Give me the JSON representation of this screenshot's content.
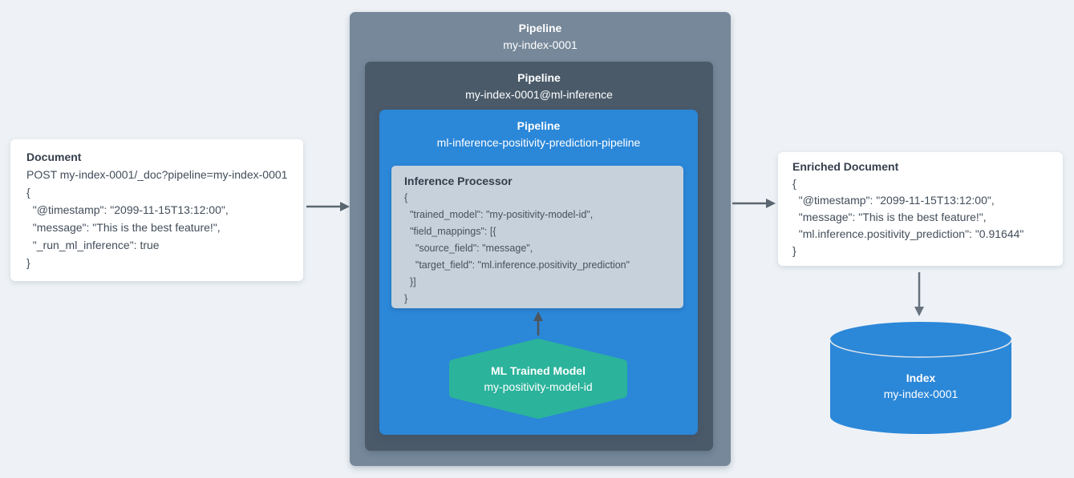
{
  "document_card": {
    "title": "Document",
    "code": "POST my-index-0001/_doc?pipeline=my-index-0001\n{\n  \"@timestamp\": \"2099-11-15T13:12:00\",\n  \"message\": \"This is the best feature!\",\n  \"_run_ml_inference\": true\n}"
  },
  "pipeline_outer": {
    "label": "Pipeline",
    "name": "my-index-0001"
  },
  "pipeline_ml": {
    "label": "Pipeline",
    "name": "my-index-0001@ml-inference"
  },
  "pipeline_inference": {
    "label": "Pipeline",
    "name": "ml-inference-positivity-prediction-pipeline"
  },
  "inference_processor": {
    "title": "Inference Processor",
    "code": "{\n  \"trained_model\": \"my-positivity-model-id\",\n  \"field_mappings\": [{\n    \"source_field\": \"message\",\n    \"target_field\": \"ml.inference.positivity_prediction\"\n  }]\n}"
  },
  "ml_trained_model": {
    "title": "ML Trained Model",
    "name": "my-positivity-model-id"
  },
  "enriched_card": {
    "title": "Enriched Document",
    "code": "{\n  \"@timestamp\": \"2099-11-15T13:12:00\",\n  \"message\": \"This is the best feature!\",\n  \"ml.inference.positivity_prediction\": \"0.91644\"\n}"
  },
  "index_cylinder": {
    "title": "Index",
    "name": "my-index-0001"
  },
  "colors": {
    "background": "#eef2f6",
    "outer_pipeline_box": "#76889a",
    "ml_pipeline_box": "#4a5a69",
    "inference_pipeline_box": "#2b87d8",
    "processor_panel": "#c6d1dc",
    "model_hexagon": "#2bb39b",
    "index_cylinder": "#2b87d8",
    "arrow": "#5b6670",
    "card_background": "#ffffff"
  }
}
